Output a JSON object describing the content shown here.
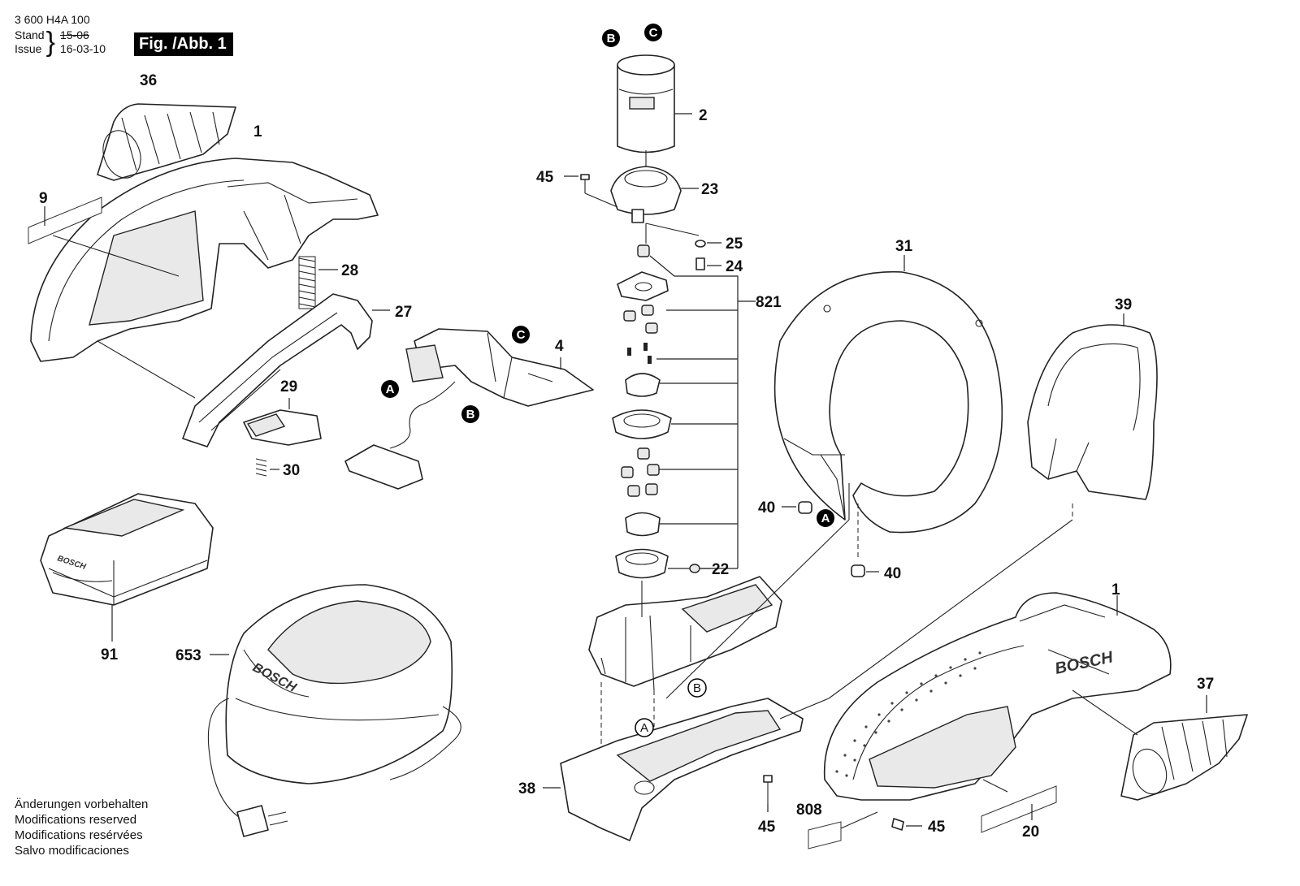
{
  "header": {
    "doc_number": "3 600 H4A 100",
    "stand_label": "Stand",
    "issue_label": "Issue",
    "stand_date_struck": "15-06",
    "issue_date": "16-03-10",
    "figure_badge": "Fig. /Abb. 1"
  },
  "callouts": {
    "p36": "36",
    "p1_top": "1",
    "p9": "9",
    "p28": "28",
    "p27": "27",
    "p29": "29",
    "p30": "30",
    "p91": "91",
    "p653": "653",
    "p2": "2",
    "p45_top": "45",
    "p23": "23",
    "p25": "25",
    "p24": "24",
    "p821": "821",
    "p22": "22",
    "p38": "38",
    "p45_bottom": "45",
    "p4": "4",
    "p31": "31",
    "p39": "39",
    "p40_left": "40",
    "p40_right": "40",
    "p1_bottom": "1",
    "p37": "37",
    "p808": "808",
    "p45_right": "45",
    "p20": "20"
  },
  "reference_markers": {
    "b_motor": "B",
    "c_motor": "C",
    "c_switch": "C",
    "a_switch": "A",
    "b_switch": "B",
    "a_guard": "A",
    "b_housing": "B",
    "a_housing": "A"
  },
  "logos": {
    "charger": "BOSCH",
    "housing": "BOSCH",
    "battery": "BOSCH"
  },
  "footer_notes": [
    "Änderungen vorbehalten",
    "Modifications reserved",
    "Modifications resérvées",
    "Salvo modificaciones"
  ]
}
